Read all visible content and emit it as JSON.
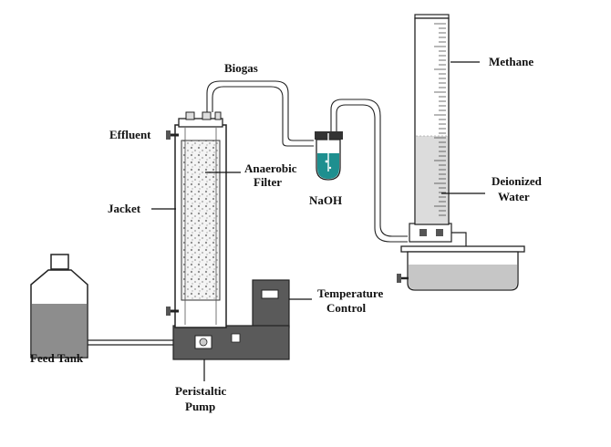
{
  "labels": {
    "biogas": "Biogas",
    "methane": "Methane",
    "effluent": "Effluent",
    "anaerobic": "Anaerobic",
    "filter": "Filter",
    "jacket": "Jacket",
    "naoh": "NaOH",
    "deionized": "Deionized",
    "water": "Water",
    "temperature": "Temperature",
    "control": "Control",
    "feed_tank": "Feed Tank",
    "peristaltic": "Peristaltic",
    "pump": "Pump"
  },
  "colors": {
    "line": "#222222",
    "liquid_gray": "#9a9a9a",
    "pump_body": "#5a5a5a",
    "naoh_solution": "#1e8f8f",
    "water_light": "#dcdcdc"
  }
}
